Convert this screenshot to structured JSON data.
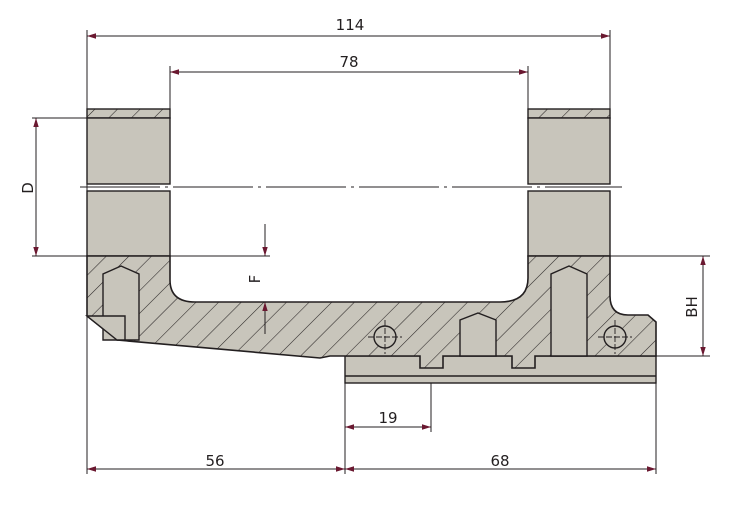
{
  "drawing": {
    "dimensions": {
      "overall_width": "114",
      "inner_width": "78",
      "ring_diameter": "D",
      "floor_height": "F",
      "base_height": "BH",
      "slot_offset": "19",
      "left_length": "56",
      "right_length": "68"
    },
    "colors": {
      "material": "#c8c5bb",
      "outline": "#231f20",
      "arrow": "#6a1830",
      "hatch": "#2a2626"
    }
  }
}
